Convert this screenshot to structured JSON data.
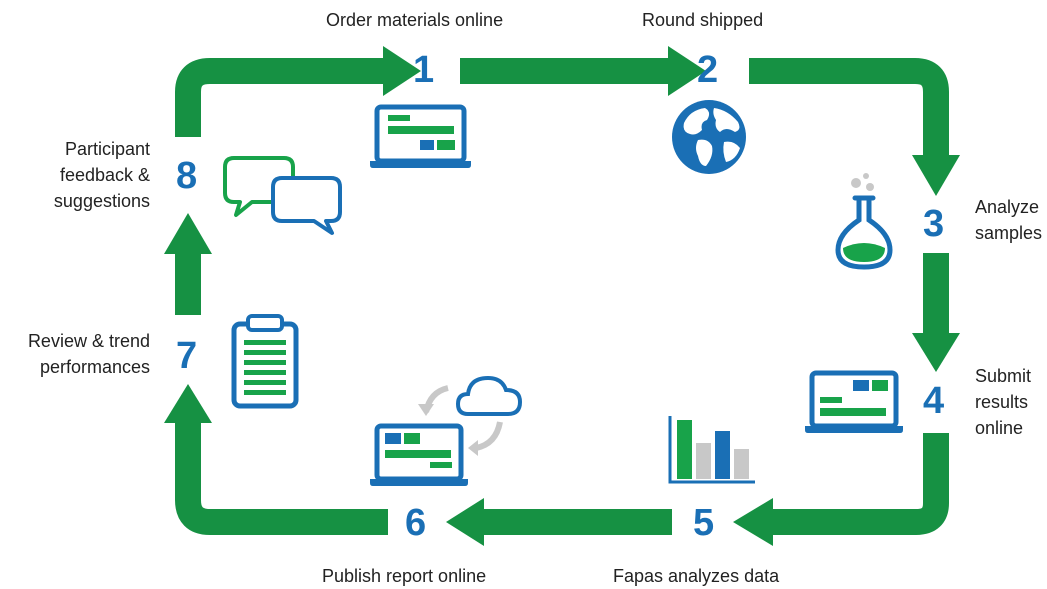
{
  "steps": [
    {
      "num": "1",
      "label": "Order materials online"
    },
    {
      "num": "2",
      "label": "Round shipped"
    },
    {
      "num": "3",
      "label_lines": [
        "Analyze",
        "samples"
      ]
    },
    {
      "num": "4",
      "label_lines": [
        "Submit",
        "results",
        "online"
      ]
    },
    {
      "num": "5",
      "label": "Fapas analyzes data"
    },
    {
      "num": "6",
      "label": "Publish report online"
    },
    {
      "num": "7",
      "label_lines": [
        "Review & trend",
        "performances"
      ]
    },
    {
      "num": "8",
      "label_lines": [
        "Participant",
        "feedback &",
        "suggestions"
      ]
    }
  ],
  "colors": {
    "arrow_green": "#169143",
    "icon_blue": "#1a6fb5",
    "icon_green": "#18a34a",
    "icon_gray": "#c8c8c8",
    "number_blue": "#1a6fb5"
  },
  "icons": [
    "laptop-icon",
    "globe-icon",
    "flask-icon",
    "laptop-icon",
    "bar-chart-icon",
    "laptop-cloud-sync-icon",
    "clipboard-icon",
    "speech-bubbles-icon"
  ]
}
